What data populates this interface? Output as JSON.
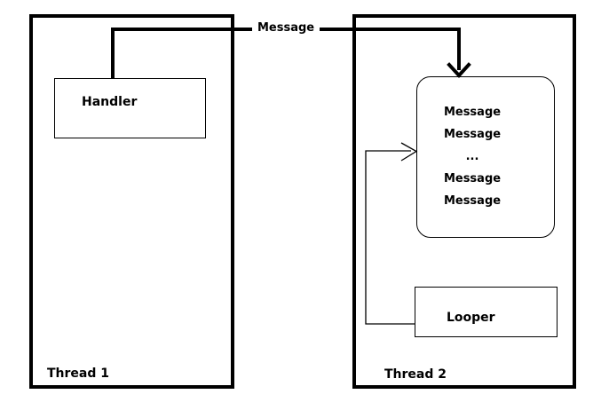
{
  "colors": {
    "ink": "#000000",
    "background": "#ffffff"
  },
  "connector": {
    "label": "Message"
  },
  "thread1": {
    "label": "Thread 1",
    "handler": {
      "label": "Handler"
    }
  },
  "thread2": {
    "label": "Thread 2",
    "queue": {
      "items": [
        "Message",
        "Message",
        "...",
        "Message",
        "Message"
      ]
    },
    "looper": {
      "label": "Looper"
    }
  }
}
